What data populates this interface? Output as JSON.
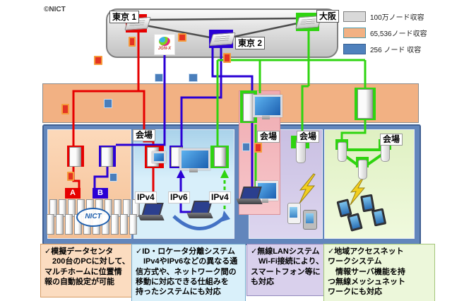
{
  "copyright": "©NICT",
  "backbone": {
    "tokyo1": "東京 1",
    "tokyo2": "東京 2",
    "osaka": "大阪",
    "logo": "JGN-X"
  },
  "legend": [
    {
      "label": "100万ノード収容",
      "color": "#d9d9d9"
    },
    {
      "label": "65,536ノード収容",
      "color": "#f2b183"
    },
    {
      "label": "256 ノード 収容",
      "color": "#4f81bd"
    }
  ],
  "venue_label": "会場",
  "datacenter": {
    "server_a": "A",
    "server_b": "B",
    "logo": "NICT"
  },
  "protocols": {
    "left": "IPv4",
    "middle": "IPv6",
    "right": "IPv4"
  },
  "notes": [
    {
      "text": "✓模擬データセンタ\n　200台のPCに対して、\nマルチホームに位置情\n報の自動設定が可能"
    },
    {
      "text": "✓ID・ロケータ分離システム\n　IPv4やIPv6などの異なる通\n信方式や、ネットワーク間の\n移動に対応できる仕組みを\n持ったシステムにも対応"
    },
    {
      "text": "✓無線LANシステム\n　Wi-Fi接続により、\nスマートフォン等に\nも対応"
    },
    {
      "text": "✓地域アクセスネット\nワークシステム\n　情報サーバ機能を持\nつ無線メッシュネット\nワークにも対応"
    }
  ],
  "colors": {
    "red_line": "#e60000",
    "blue_line": "#2a00d5",
    "green_line": "#2fd410",
    "band": "#f2b183",
    "container": "#6286bc"
  }
}
